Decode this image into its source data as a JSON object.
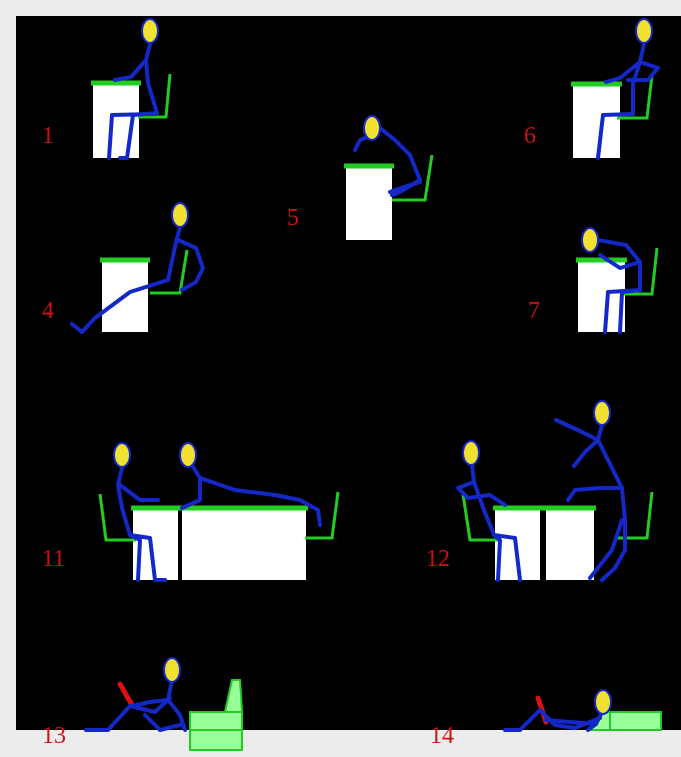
{
  "colors": {
    "page_background": "#ececec",
    "canvas_background": "#000000",
    "figure_limbs": "#1428c8",
    "figure_head": "#f0e030",
    "desk": "#ffffff",
    "desk_top": "#22cc22",
    "chair": "#22cc22",
    "label": "#cc1111",
    "pillow": "#99ff99",
    "book": "#dd1111"
  },
  "labels": {
    "p1": "1",
    "p4": "4",
    "p5": "5",
    "p6": "6",
    "p7": "7",
    "p11": "11",
    "p12": "12",
    "p13": "13",
    "p14": "14"
  }
}
